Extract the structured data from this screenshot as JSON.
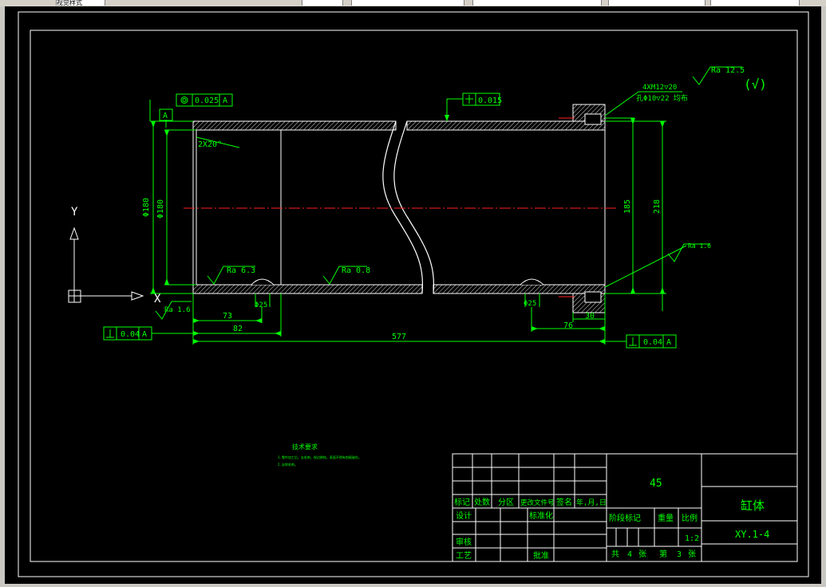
{
  "toolbar": {
    "segments": [
      "视觉样式",
      "",
      "",
      "",
      "",
      "",
      ""
    ]
  },
  "drawing": {
    "roughness_corner": "Ra 12.5",
    "roughness_corner_paren": "(√)",
    "concentricity_tol": "0.025",
    "concentricity_datum": "A",
    "datum_label": "A",
    "straightness_tol": "0.015",
    "chamfer_label": "2X20°",
    "dim_dia_outer": "Φ180",
    "dim_dia_inner": "Φ180",
    "dim_bore_right": "185",
    "dim_outer_right": "218",
    "thread_note_1": "4XM12▽20",
    "thread_note_2": "孔Φ10▽22 均布",
    "ra_left_bottom": "Ra 6.3",
    "ra_mid_bottom": "Ra 0.8",
    "ra_right": "Ra 1.6",
    "ra_left_end": "Ra 1.6",
    "dia_hole_left": "Φ25",
    "dia_hole_right": "Φ25",
    "dim_73": "73",
    "dim_82": "82",
    "dim_577": "577",
    "dim_76": "76",
    "dim_30": "30",
    "perp_left_tol": "0.04",
    "perp_left_datum": "A",
    "perp_right_tol": "0.04",
    "perp_right_datum": "A",
    "ucs_y": "Y",
    "ucs_x": "X"
  },
  "tech_req": {
    "title": "技术要求",
    "line1": "1.零件加工后，去毛刺，锐边倒钝，表面不得有划痕碰伤。",
    "line2": "2.去除毛刺。"
  },
  "title_block": {
    "material": "45",
    "part_name": "缸体",
    "drawing_no": "XY.1-4",
    "scale": "1:2",
    "hdr_biaoji": "标记",
    "hdr_chushu": "处数",
    "hdr_fenqu": "分区",
    "hdr_gengai": "更改文件号",
    "hdr_qianming": "签名",
    "hdr_date": "年,月,日",
    "sheji": "设计",
    "biaozhunhua": "标准化",
    "jieduan": "阶段标记",
    "zhongliang": "重量",
    "bili": "比例",
    "shenhe": "审核",
    "gongyi": "工艺",
    "pizhun": "批准",
    "gong": "共",
    "total_sheets": "4",
    "zhang1": "张",
    "di": "第",
    "sheet_no": "3",
    "zhang2": "张"
  }
}
